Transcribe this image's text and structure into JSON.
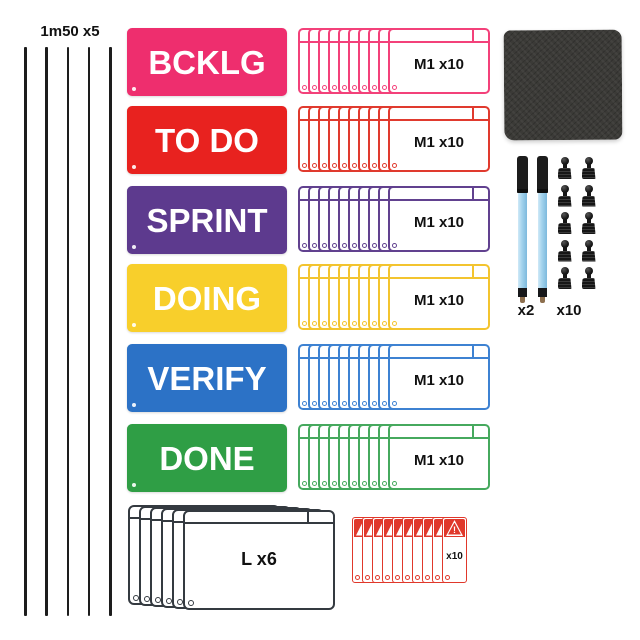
{
  "rails": {
    "label": "1m50 x5",
    "count": 5,
    "color": "#1d1d1d"
  },
  "columns": [
    {
      "name": "BCKLG",
      "color": "#EE2E6E",
      "stack_color": "#F3417A",
      "stack_label": "M1 x10",
      "stack_count": 10
    },
    {
      "name": "TO DO",
      "color": "#E8221F",
      "stack_color": "#E03A2E",
      "stack_label": "M1 x10",
      "stack_count": 10
    },
    {
      "name": "SPRINT",
      "color": "#5D3A8E",
      "stack_color": "#61418F",
      "stack_label": "M1 x10",
      "stack_count": 10
    },
    {
      "name": "DOING",
      "color": "#F8CF2B",
      "stack_color": "#F3C42F",
      "stack_label": "M1 x10",
      "stack_count": 10
    },
    {
      "name": "VERIFY",
      "color": "#2C72C6",
      "stack_color": "#3E82D2",
      "stack_label": "M1 x10",
      "stack_count": 10
    },
    {
      "name": "DONE",
      "color": "#2F9E45",
      "stack_color": "#46A95E",
      "stack_label": "M1 x10",
      "stack_count": 10
    }
  ],
  "accessories": {
    "cloth_color": "#3B3A37",
    "markers": {
      "label": "x2",
      "count": 2,
      "body_color": "#A2D2EC",
      "cap_color": "#1C1C1C",
      "tip_color": "#8D6F4E"
    },
    "magnets": {
      "label": "x10",
      "count": 10,
      "color": "#161616"
    }
  },
  "large_cards": {
    "label": "L x6",
    "count": 6,
    "color": "#343A40"
  },
  "warning_cards": {
    "label": "x10",
    "count": 10,
    "color": "#E0382B",
    "mark": "!"
  }
}
